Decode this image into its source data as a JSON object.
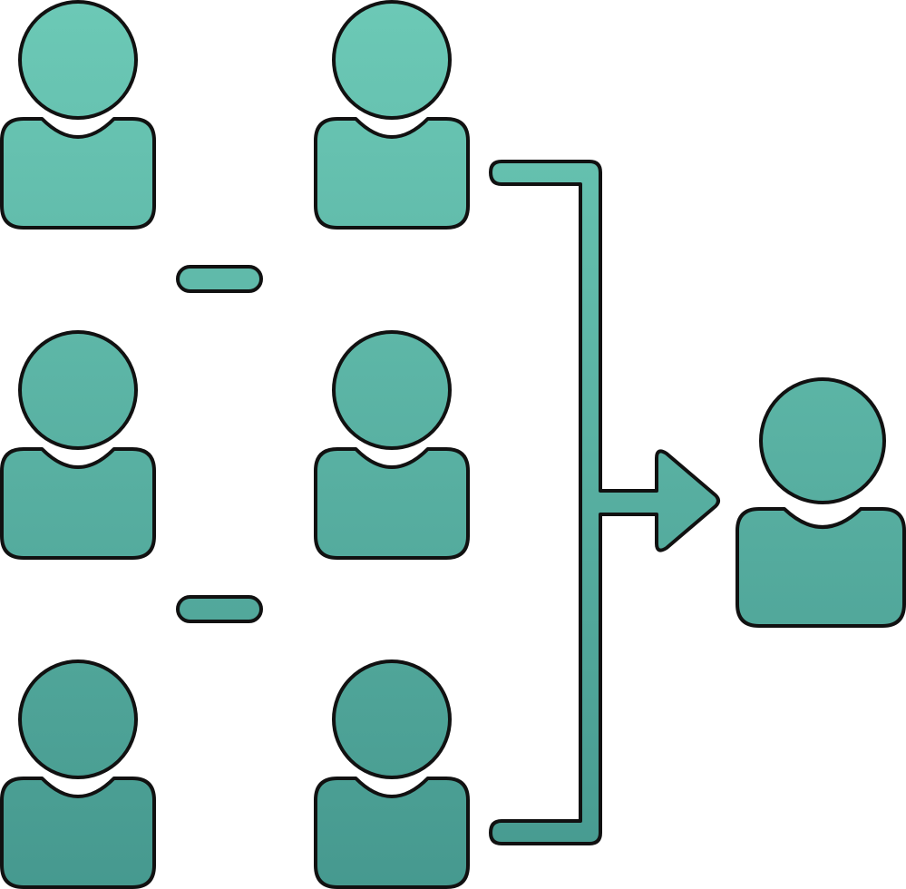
{
  "icon": {
    "name": "team-selection-icon",
    "colors": {
      "fill_top": "#6CC9B6",
      "fill_bottom": "#46998F",
      "stroke": "#111111",
      "background": "#FFFFFF"
    },
    "people_grid": {
      "rows": 3,
      "columns": 2
    },
    "separators": 2,
    "result_person": 1
  }
}
